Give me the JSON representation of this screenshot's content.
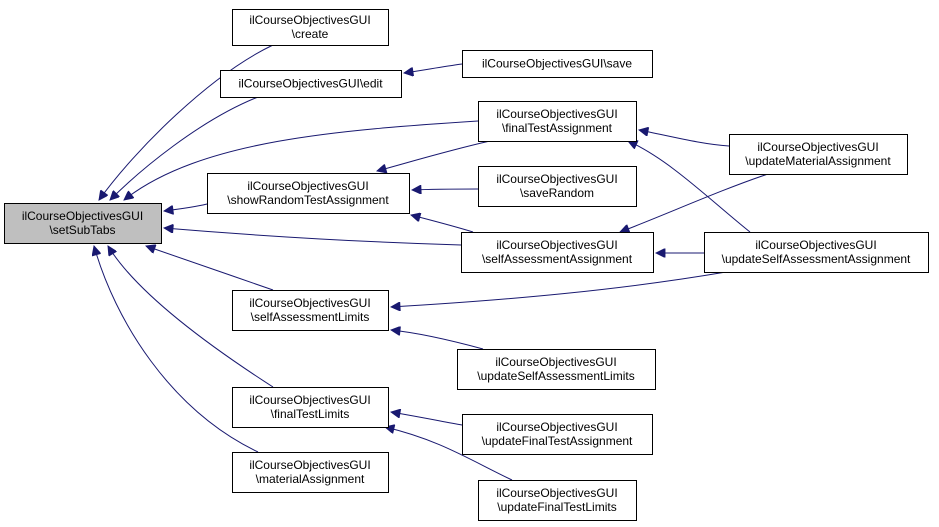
{
  "diagram": {
    "nodes": [
      {
        "id": "setSubTabs",
        "line1": "ilCourseObjectivesGUI",
        "line2": "\\setSubTabs",
        "root": true
      },
      {
        "id": "create",
        "line1": "ilCourseObjectivesGUI",
        "line2": "\\create"
      },
      {
        "id": "edit",
        "line1": "ilCourseObjectivesGUI\\edit",
        "line2": ""
      },
      {
        "id": "save",
        "line1": "ilCourseObjectivesGUI\\save",
        "line2": ""
      },
      {
        "id": "finalTestAssignment",
        "line1": "ilCourseObjectivesGUI",
        "line2": "\\finalTestAssignment"
      },
      {
        "id": "updateMaterialAssignment",
        "line1": "ilCourseObjectivesGUI",
        "line2": "\\updateMaterialAssignment"
      },
      {
        "id": "showRandomTestAssignment",
        "line1": "ilCourseObjectivesGUI",
        "line2": "\\showRandomTestAssignment"
      },
      {
        "id": "saveRandom",
        "line1": "ilCourseObjectivesGUI",
        "line2": "\\saveRandom"
      },
      {
        "id": "selfAssessmentAssignment",
        "line1": "ilCourseObjectivesGUI",
        "line2": "\\selfAssessmentAssignment"
      },
      {
        "id": "updateSelfAssessmentAssignment",
        "line1": "ilCourseObjectivesGUI",
        "line2": "\\updateSelfAssessmentAssignment"
      },
      {
        "id": "selfAssessmentLimits",
        "line1": "ilCourseObjectivesGUI",
        "line2": "\\selfAssessmentLimits"
      },
      {
        "id": "updateSelfAssessmentLimits",
        "line1": "ilCourseObjectivesGUI",
        "line2": "\\updateSelfAssessmentLimits"
      },
      {
        "id": "finalTestLimits",
        "line1": "ilCourseObjectivesGUI",
        "line2": "\\finalTestLimits"
      },
      {
        "id": "updateFinalTestAssignment",
        "line1": "ilCourseObjectivesGUI",
        "line2": "\\updateFinalTestAssignment"
      },
      {
        "id": "updateFinalTestLimits",
        "line1": "ilCourseObjectivesGUI",
        "line2": "\\updateFinalTestLimits"
      },
      {
        "id": "materialAssignment",
        "line1": "ilCourseObjectivesGUI",
        "line2": "\\materialAssignment"
      }
    ],
    "edges": [
      {
        "from": "create",
        "to": "setSubTabs"
      },
      {
        "from": "edit",
        "to": "setSubTabs"
      },
      {
        "from": "finalTestAssignment",
        "to": "setSubTabs"
      },
      {
        "from": "showRandomTestAssignment",
        "to": "setSubTabs"
      },
      {
        "from": "selfAssessmentAssignment",
        "to": "setSubTabs"
      },
      {
        "from": "selfAssessmentLimits",
        "to": "setSubTabs"
      },
      {
        "from": "finalTestLimits",
        "to": "setSubTabs"
      },
      {
        "from": "materialAssignment",
        "to": "setSubTabs"
      },
      {
        "from": "save",
        "to": "edit"
      },
      {
        "from": "finalTestAssignment",
        "to": "showRandomTestAssignment"
      },
      {
        "from": "saveRandom",
        "to": "showRandomTestAssignment"
      },
      {
        "from": "selfAssessmentAssignment",
        "to": "showRandomTestAssignment"
      },
      {
        "from": "updateMaterialAssignment",
        "to": "finalTestAssignment"
      },
      {
        "from": "updateSelfAssessmentAssignment",
        "to": "finalTestAssignment"
      },
      {
        "from": "updateMaterialAssignment",
        "to": "selfAssessmentAssignment"
      },
      {
        "from": "updateSelfAssessmentAssignment",
        "to": "selfAssessmentAssignment"
      },
      {
        "from": "updateSelfAssessmentAssignment",
        "to": "selfAssessmentLimits"
      },
      {
        "from": "updateSelfAssessmentLimits",
        "to": "selfAssessmentLimits"
      },
      {
        "from": "updateFinalTestAssignment",
        "to": "finalTestLimits"
      },
      {
        "from": "updateFinalTestLimits",
        "to": "finalTestLimits"
      }
    ]
  }
}
